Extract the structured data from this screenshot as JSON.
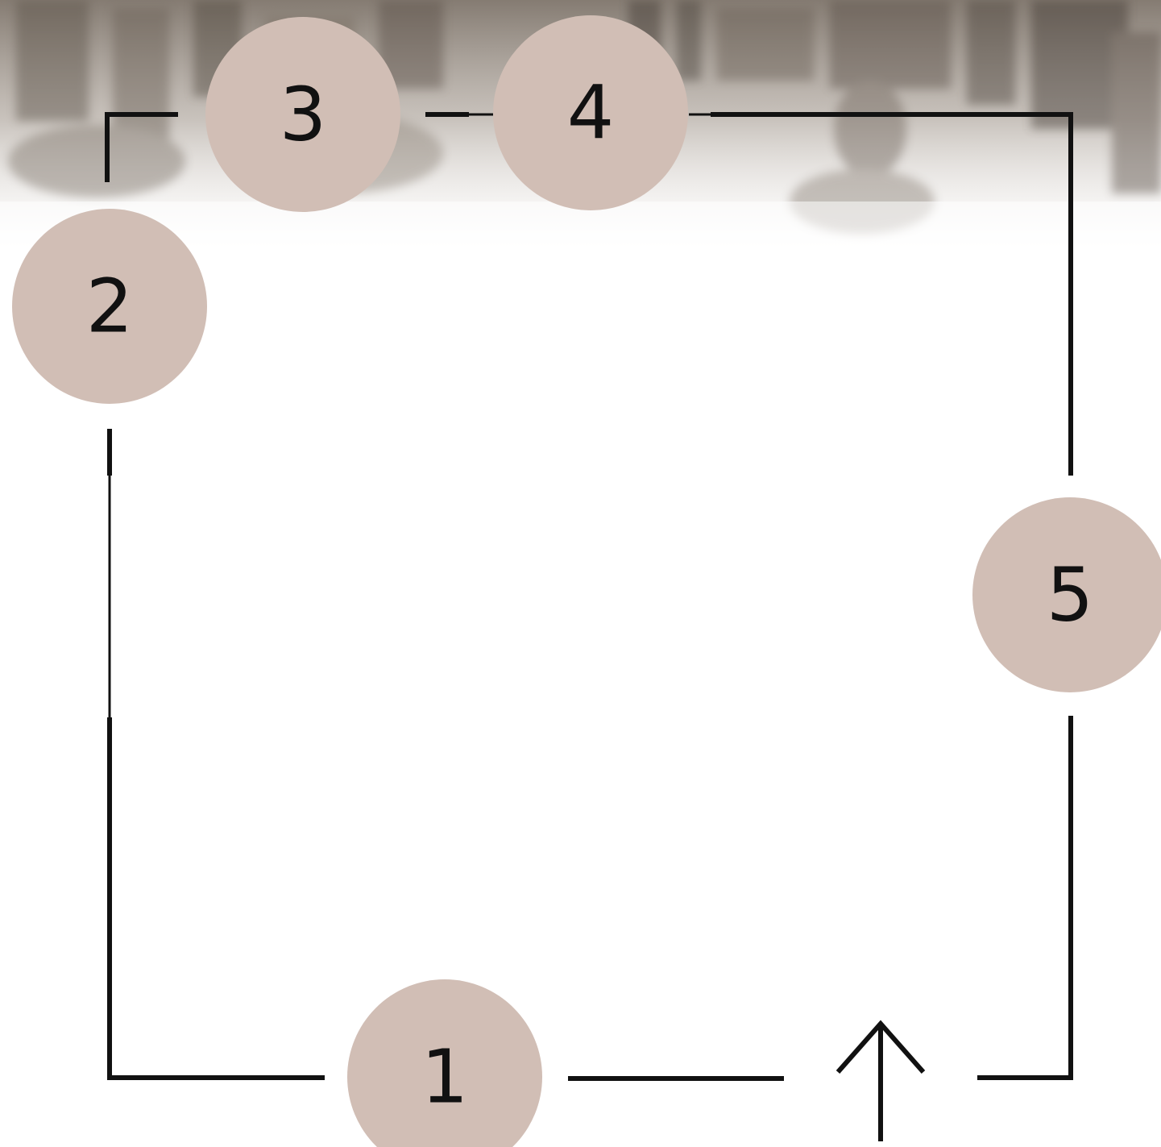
{
  "diagram": {
    "nodes": [
      {
        "id": "step-1",
        "label": "1"
      },
      {
        "id": "step-2",
        "label": "2"
      },
      {
        "id": "step-3",
        "label": "3"
      },
      {
        "id": "step-4",
        "label": "4"
      },
      {
        "id": "step-5",
        "label": "5"
      }
    ],
    "direction_icon": "arrow-up-icon"
  },
  "colors": {
    "node_fill": "#d1beb5",
    "line": "#111111",
    "background": "#ffffff",
    "header_sepia": "#8a7c6e"
  }
}
